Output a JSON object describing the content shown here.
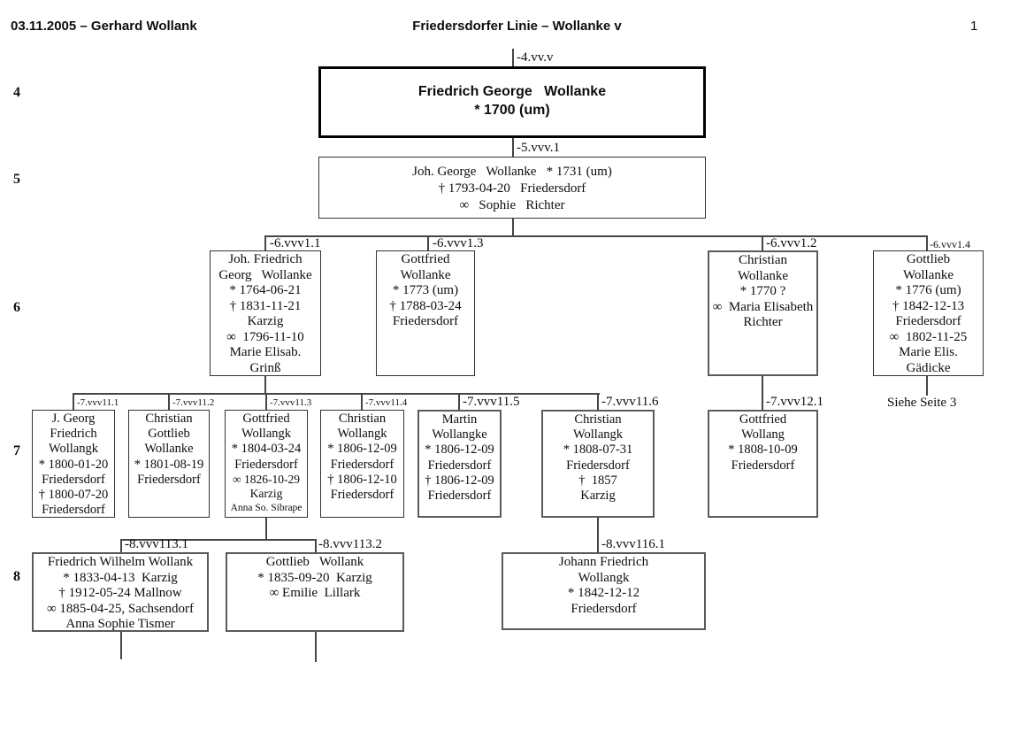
{
  "header": {
    "left": "03.11.2005 – Gerhard Wollank",
    "center": "Friedersdorfer Linie – Wollanke v",
    "page": "1"
  },
  "generations": {
    "g4": "4",
    "g5": "5",
    "g6": "6",
    "g7": "7",
    "g8": "8"
  },
  "tree": {
    "gen4": {
      "label": "-4.vv.v",
      "lines": [
        "Friedrich George   Wollanke",
        "* 1700 (um)"
      ]
    },
    "gen5": {
      "label": "-5.vvv.1",
      "lines": [
        "Joh. George   Wollanke   * 1731 (um)",
        "† 1793-04-20   Friedersdorf",
        "∞   Sophie   Richter"
      ]
    },
    "gen6": [
      {
        "label": "-6.vvv1.1",
        "lines": [
          "Joh. Friedrich",
          "Georg   Wollanke",
          "* 1764-06-21",
          "† 1831-11-21",
          "Karzig",
          "∞  1796-11-10",
          "Marie Elisab.",
          "Grinß"
        ]
      },
      {
        "label": "-6.vvv1.3",
        "lines": [
          "Gottfried",
          "Wollanke",
          "* 1773 (um)",
          "† 1788-03-24",
          "Friedersdorf"
        ]
      },
      {
        "label": "-6.vvv1.2",
        "lines": [
          "Christian",
          "Wollanke",
          "* 1770 ?",
          "∞  Maria Elisabeth",
          "Richter"
        ]
      },
      {
        "label": "-6.vvv1.4",
        "lines": [
          "Gottlieb",
          "Wollanke",
          "* 1776 (um)",
          "† 1842-12-13",
          "Friedersdorf",
          "∞  1802-11-25",
          "Marie Elis.",
          "Gädicke"
        ]
      }
    ],
    "gen6_note": "Siehe Seite 3",
    "gen7": [
      {
        "label": "-7.vvv11.1",
        "lines": [
          "J. Georg",
          "Friedrich",
          "Wollangk",
          "* 1800-01-20",
          "Friedersdorf",
          "† 1800-07-20",
          "Friedersdorf"
        ]
      },
      {
        "label": "-7.vvv11.2",
        "lines": [
          "Christian",
          "Gottlieb",
          "Wollanke",
          "* 1801-08-19",
          "Friedersdorf"
        ]
      },
      {
        "label": "-7.vvv11.3",
        "lines": [
          "Gottfried",
          "Wollangk",
          "* 1804-03-24",
          "Friedersdorf",
          "∞ 1826-10-29",
          "Karzig",
          "Anna So. Sibrape"
        ]
      },
      {
        "label": "-7.vvv11.4",
        "lines": [
          "Christian",
          "Wollangk",
          "* 1806-12-09",
          "Friedersdorf",
          "† 1806-12-10",
          "Friedersdorf"
        ]
      },
      {
        "label": "-7.vvv11.5",
        "lines": [
          "Martin",
          "Wollangke",
          "* 1806-12-09",
          "Friedersdorf",
          "† 1806-12-09",
          "Friedersdorf"
        ]
      },
      {
        "label": "-7.vvv11.6",
        "lines": [
          "Christian",
          "Wollangk",
          "* 1808-07-31",
          "Friedersdorf",
          "†  1857",
          "Karzig"
        ]
      },
      {
        "label": "-7.vvv12.1",
        "lines": [
          "Gottfried",
          "Wollang",
          "* 1808-10-09",
          "Friedersdorf"
        ]
      }
    ],
    "gen8": [
      {
        "label": "-8.vvv113.1",
        "lines": [
          "Friedrich Wilhelm Wollank",
          "* 1833-04-13  Karzig",
          "† 1912-05-24 Mallnow",
          "∞ 1885-04-25, Sachsendorf",
          "Anna Sophie Tismer"
        ]
      },
      {
        "label": "-8.vvv113.2",
        "lines": [
          "Gottlieb   Wollank",
          "* 1835-09-20  Karzig",
          "∞ Emilie  Lillark"
        ]
      },
      {
        "label": "-8.vvv116.1",
        "lines": [
          "Johann Friedrich",
          "Wollangk",
          "* 1842-12-12",
          "Friedersdorf"
        ]
      }
    ]
  }
}
